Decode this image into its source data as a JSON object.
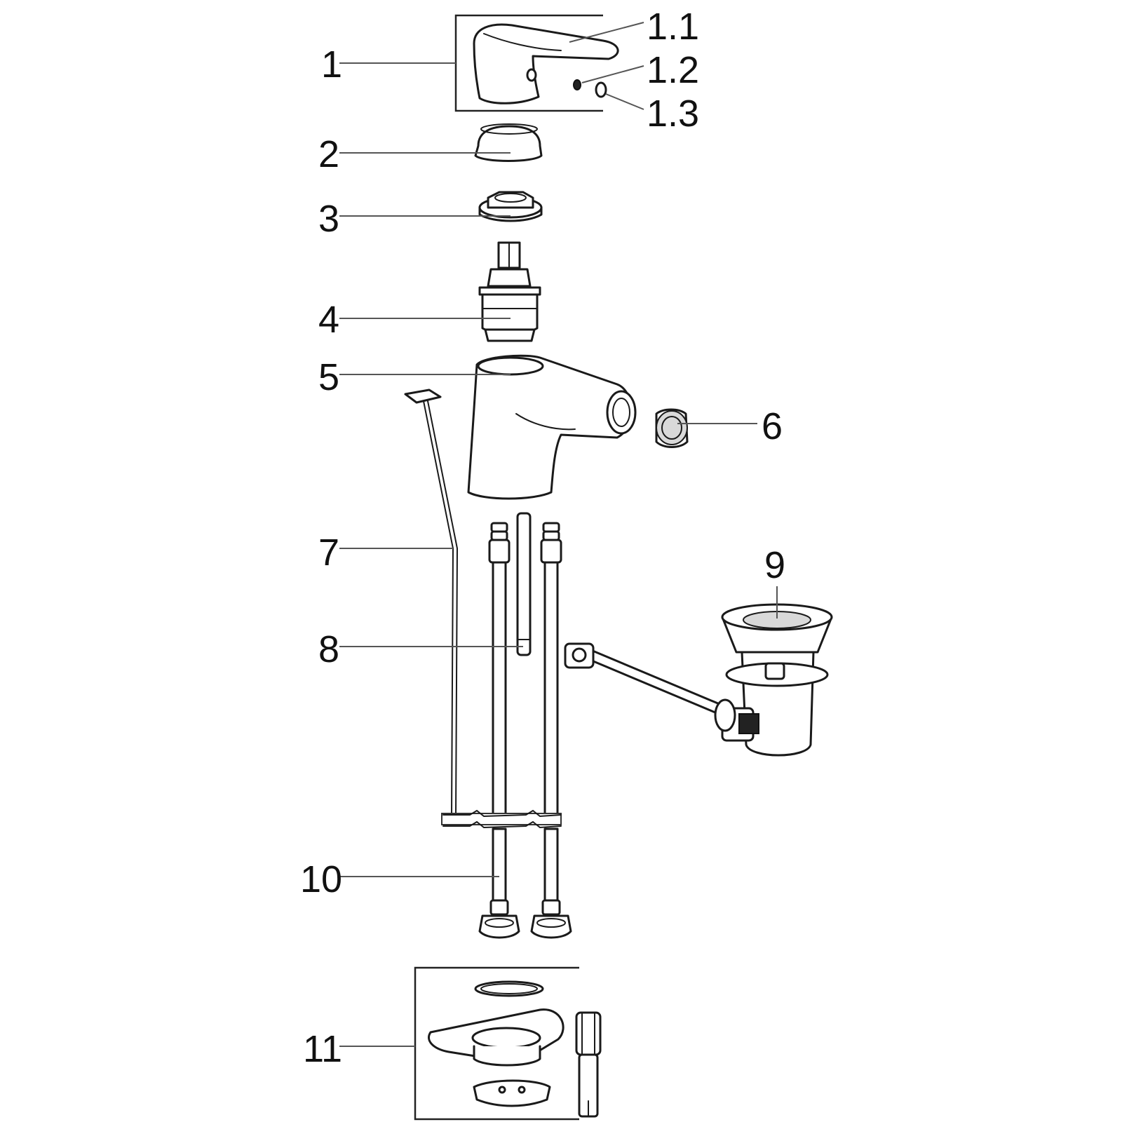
{
  "labels": {
    "p1": "1",
    "p1_1": "1.1",
    "p1_2": "1.2",
    "p1_3": "1.3",
    "p2": "2",
    "p3": "3",
    "p4": "4",
    "p5": "5",
    "p6": "6",
    "p7": "7",
    "p8": "8",
    "p9": "9",
    "p10": "10",
    "p11": "11"
  },
  "colors": {
    "background": "#ffffff",
    "line": "#1a1a1a",
    "leader": "#555555"
  }
}
